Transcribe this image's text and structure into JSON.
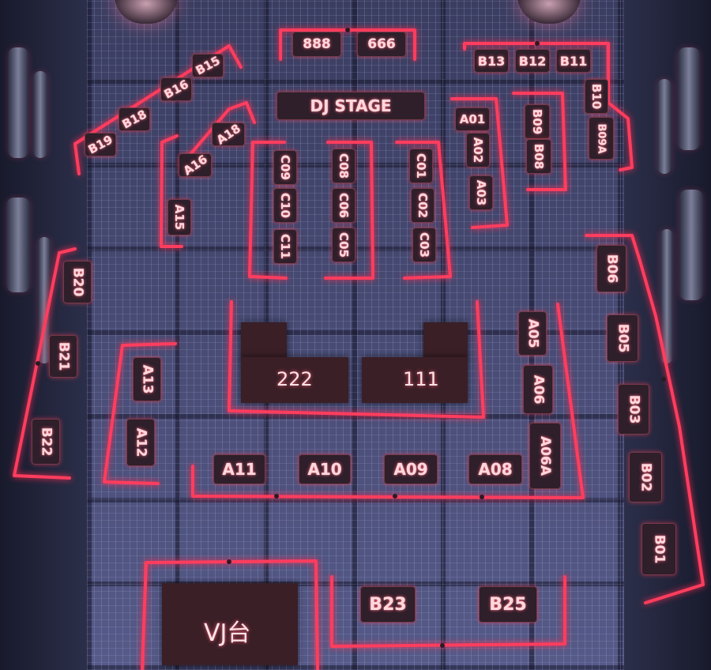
{
  "stage_label": "DJ STAGE",
  "vj_label": "VJ台",
  "tables": {
    "t888": "888",
    "t666": "666",
    "b13": "B13",
    "b12": "B12",
    "b11": "B11",
    "b10": "B10",
    "b09a": "B09A",
    "b09": "B09",
    "b08": "B08",
    "b15": "B15",
    "b16": "B16",
    "b18": "B18",
    "b19": "B19",
    "a18": "A18",
    "a16": "A16",
    "a15": "A15",
    "c09": "C09",
    "c10": "C10",
    "c11": "C11",
    "c08": "C08",
    "c06": "C06",
    "c05": "C05",
    "c01": "C01",
    "c02": "C02",
    "c03": "C03",
    "a01": "A01",
    "a02": "A02",
    "a03": "A03",
    "b20": "B20",
    "b21": "B21",
    "b22": "B22",
    "a13": "A13",
    "a12": "A12",
    "t222": "222",
    "t111": "111",
    "a05": "A05",
    "a06": "A06",
    "a06a": "A06A",
    "b06": "B06",
    "b05": "B05",
    "b03": "B03",
    "b02": "B02",
    "b01": "B01",
    "a11": "A11",
    "a10": "A10",
    "a09": "A09",
    "a08": "A08",
    "b23": "B23",
    "b25": "B25"
  },
  "colors": {
    "neon": "#ff3d5e",
    "table_fill": "#2e1f2a",
    "floor": "#4a4c78"
  }
}
